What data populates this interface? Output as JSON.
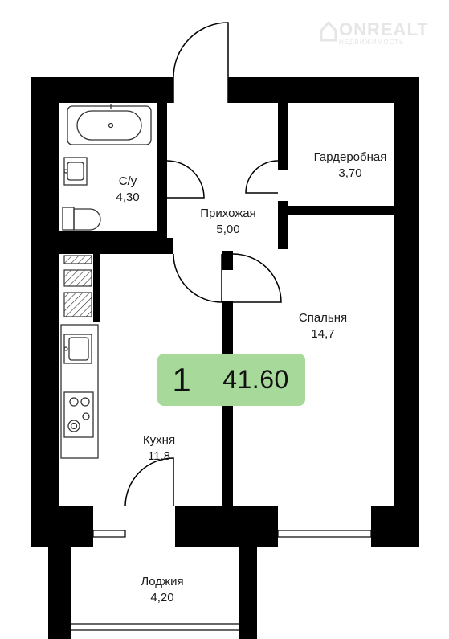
{
  "brand": {
    "name": "ONREALT",
    "tagline": "НЕДВИЖИМОСТЬ"
  },
  "apartment": {
    "rooms": "1",
    "total_area": "41.60"
  },
  "rooms": [
    {
      "id": "bathroom",
      "name": "С/у",
      "area": "4,30"
    },
    {
      "id": "hallway",
      "name": "Прихожая",
      "area": "5,00"
    },
    {
      "id": "wardrobe",
      "name": "Гардеробная",
      "area": "3,70"
    },
    {
      "id": "bedroom",
      "name": "Спальня",
      "area": "14,7"
    },
    {
      "id": "kitchen",
      "name": "Кухня",
      "area": "11,8"
    },
    {
      "id": "loggia",
      "name": "Лоджия",
      "area": "4,20"
    }
  ],
  "colors": {
    "wall": "#000000",
    "badge": "#a6d99a",
    "fixture_stroke": "#333333",
    "logo": "#e6e6e6"
  }
}
